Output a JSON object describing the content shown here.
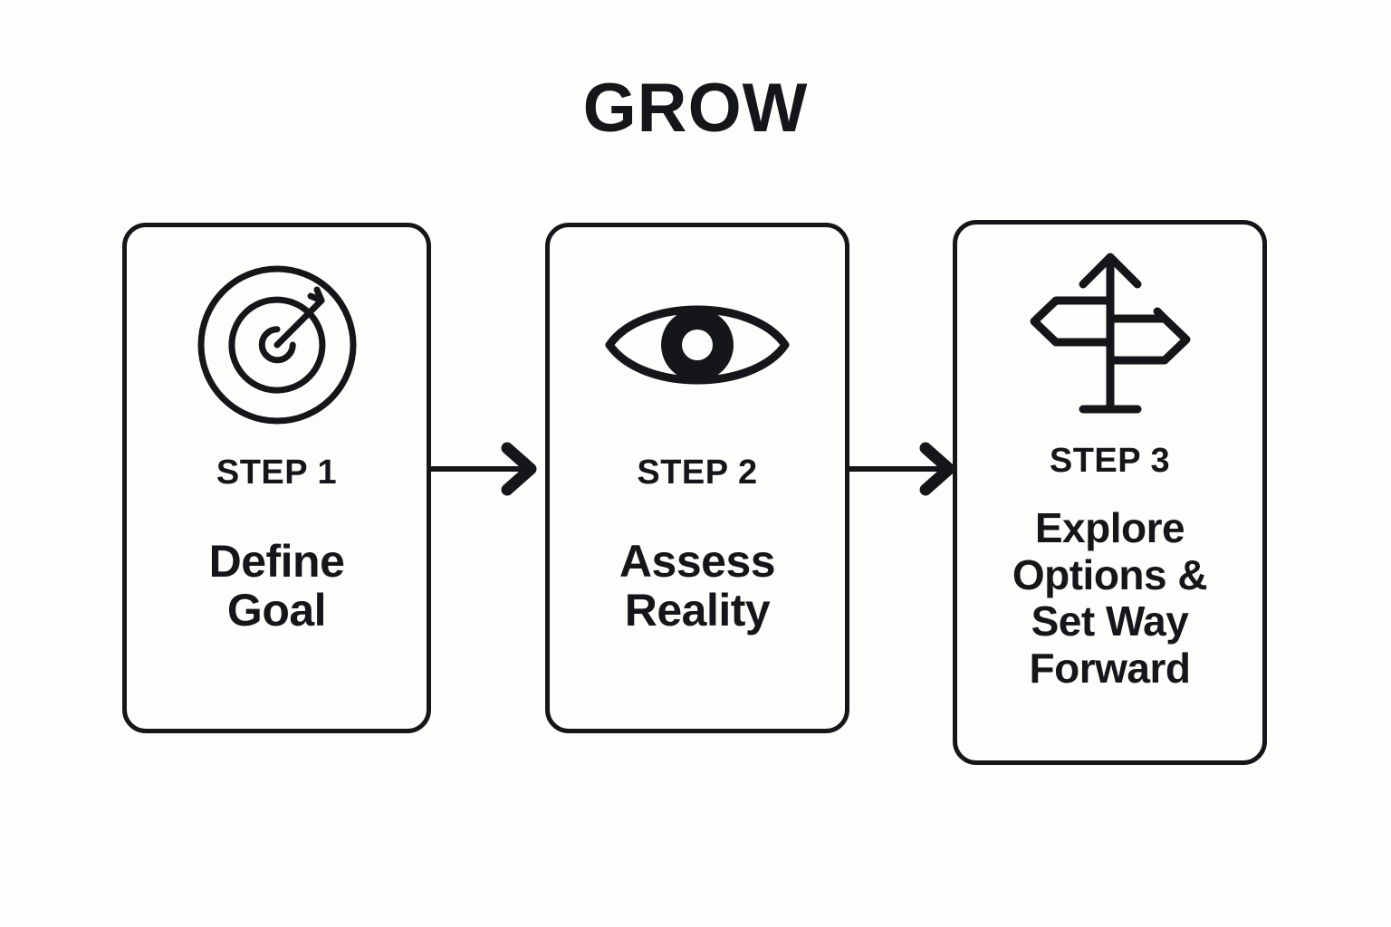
{
  "title": "GROW",
  "background_color": "#fdfdfc",
  "ink_color": "#141619",
  "diagram": {
    "type": "process-flow",
    "orientation": "horizontal",
    "step_count": 3,
    "steps": [
      {
        "id": "step-1",
        "step_label": "STEP 1",
        "title": "Define\nGoal",
        "icon": "target-icon"
      },
      {
        "id": "step-2",
        "step_label": "STEP 2",
        "title": "Assess\nReality",
        "icon": "eye-icon"
      },
      {
        "id": "step-3",
        "step_label": "STEP 3",
        "title": "Explore\nOptions &\nSet Way\nForward",
        "icon": "signpost-icon"
      }
    ],
    "connectors": [
      {
        "id": "connector-1",
        "from": "step-1",
        "to": "step-2",
        "icon": "arrow-right-icon"
      },
      {
        "id": "connector-2",
        "from": "step-2",
        "to": "step-3",
        "icon": "arrow-right-icon"
      }
    ]
  }
}
